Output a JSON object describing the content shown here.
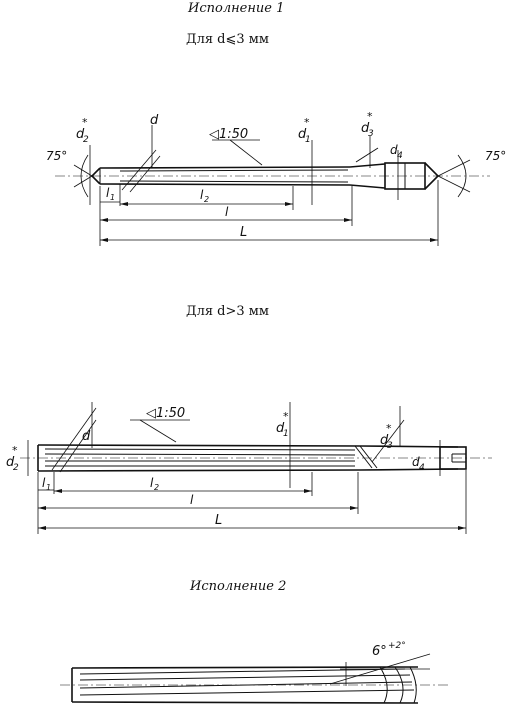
{
  "titles": {
    "version1": "Исполнение 1",
    "condition_small": "Для d⩽3 мм",
    "condition_large": "Для d>3 мм",
    "version2": "Исполнение 2"
  },
  "labels": {
    "taper": "◁1:50",
    "angle": "75°",
    "d": "d",
    "d1": "d",
    "d1_sub": "1",
    "d2": "d",
    "d2_sub": "2",
    "d3": "d",
    "d3_sub": "3",
    "d4": "d",
    "d4_sub": "4",
    "star": "*",
    "l1": "l",
    "l1_sub": "1",
    "l2": "l",
    "l2_sub": "2",
    "l": "l",
    "L": "L",
    "helix": "6°",
    "helix_tol": "+2°"
  }
}
